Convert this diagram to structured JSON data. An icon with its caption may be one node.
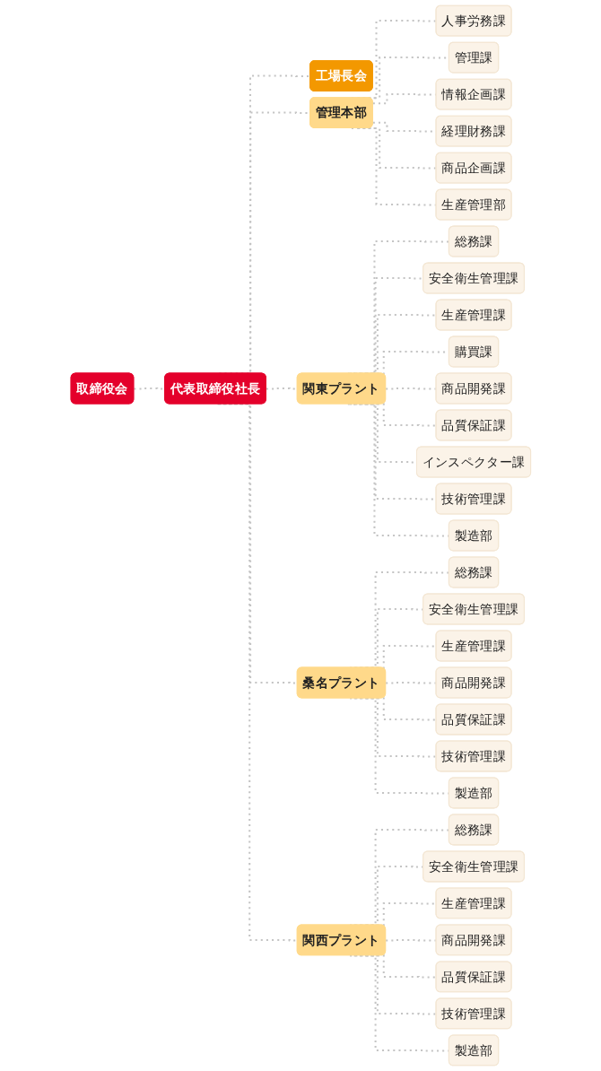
{
  "diagram": {
    "nodes": [
      {
        "text": [
          "取締役会"
        ]
      },
      {
        "text": [
          "代表取締役社長"
        ]
      },
      {
        "text": [
          "工場長会"
        ]
      },
      {
        "text": [
          "管理本部"
        ]
      },
      {
        "text": [
          "人事労務課"
        ]
      },
      {
        "text": [
          "管理課"
        ]
      },
      {
        "text": [
          "情報企画課"
        ]
      },
      {
        "text": [
          "経理財務課"
        ]
      },
      {
        "text": [
          "商品企画課"
        ]
      },
      {
        "text": [
          "生産管理部"
        ]
      },
      {
        "text": [
          "関東プラント"
        ]
      },
      {
        "text": [
          "総務課"
        ]
      },
      {
        "text": [
          "安全衛生管理課"
        ]
      },
      {
        "text": [
          "生産管理課"
        ]
      },
      {
        "text": [
          "購買課"
        ]
      },
      {
        "text": [
          "商品開発課"
        ]
      },
      {
        "text": [
          "品質保証課"
        ]
      },
      {
        "text": [
          "インスペクター課"
        ]
      },
      {
        "text": [
          "技術管理課"
        ]
      },
      {
        "text": [
          "製造部"
        ]
      },
      {
        "text": [
          "桑名プラント"
        ]
      },
      {
        "text": [
          "総務課"
        ]
      },
      {
        "text": [
          "安全衛生管理課"
        ]
      },
      {
        "text": [
          "生産管理課"
        ]
      },
      {
        "text": [
          "商品開発課"
        ]
      },
      {
        "text": [
          "品質保証課"
        ]
      },
      {
        "text": [
          "技術管理課"
        ]
      },
      {
        "text": [
          "製造部"
        ]
      },
      {
        "text": [
          "関西プラント"
        ]
      },
      {
        "text": [
          "総務課"
        ]
      },
      {
        "text": [
          "安全衛生管理課"
        ]
      },
      {
        "text": [
          "生産管理課"
        ]
      },
      {
        "text": [
          "商品開発課"
        ]
      },
      {
        "text": [
          "品質保証課"
        ]
      },
      {
        "text": [
          "技術管理課"
        ]
      },
      {
        "text": [
          "製造部"
        ]
      }
    ],
    "edges": [
      {
        "from": 0,
        "to": 1,
        "arrow": "none",
        "style": "dashed"
      },
      {
        "from": 1,
        "to": 2,
        "arrow": "none",
        "style": "dashed"
      },
      {
        "from": 1,
        "to": 3,
        "arrow": "none",
        "style": "dashed"
      },
      {
        "from": 1,
        "to": 10,
        "arrow": "none",
        "style": "dashed"
      },
      {
        "from": 1,
        "to": 20,
        "arrow": "none",
        "style": "dashed"
      },
      {
        "from": 1,
        "to": 28,
        "arrow": "none",
        "style": "dashed"
      },
      {
        "from": 3,
        "to": 4,
        "arrow": "none",
        "style": "dashed"
      },
      {
        "from": 3,
        "to": 5,
        "arrow": "none",
        "style": "dashed"
      },
      {
        "from": 3,
        "to": 6,
        "arrow": "none",
        "style": "dashed"
      },
      {
        "from": 3,
        "to": 7,
        "arrow": "none",
        "style": "dashed"
      },
      {
        "from": 3,
        "to": 8,
        "arrow": "none",
        "style": "dashed"
      },
      {
        "from": 3,
        "to": 9,
        "arrow": "none",
        "style": "dashed"
      },
      {
        "from": 10,
        "to": 11,
        "arrow": "none",
        "style": "dashed"
      },
      {
        "from": 10,
        "to": 12,
        "arrow": "none",
        "style": "dashed"
      },
      {
        "from": 10,
        "to": 13,
        "arrow": "none",
        "style": "dashed"
      },
      {
        "from": 10,
        "to": 14,
        "arrow": "none",
        "style": "dashed"
      },
      {
        "from": 10,
        "to": 15,
        "arrow": "none",
        "style": "dashed"
      },
      {
        "from": 10,
        "to": 16,
        "arrow": "none",
        "style": "dashed"
      },
      {
        "from": 10,
        "to": 17,
        "arrow": "none",
        "style": "dashed"
      },
      {
        "from": 10,
        "to": 18,
        "arrow": "none",
        "style": "dashed"
      },
      {
        "from": 10,
        "to": 19,
        "arrow": "none",
        "style": "dashed"
      },
      {
        "from": 20,
        "to": 21,
        "arrow": "none",
        "style": "dashed"
      },
      {
        "from": 20,
        "to": 22,
        "arrow": "none",
        "style": "dashed"
      },
      {
        "from": 20,
        "to": 23,
        "arrow": "none",
        "style": "dashed"
      },
      {
        "from": 20,
        "to": 24,
        "arrow": "none",
        "style": "dashed"
      },
      {
        "from": 20,
        "to": 25,
        "arrow": "none",
        "style": "dashed"
      },
      {
        "from": 20,
        "to": 26,
        "arrow": "none",
        "style": "dashed"
      },
      {
        "from": 20,
        "to": 27,
        "arrow": "none",
        "style": "dashed"
      },
      {
        "from": 28,
        "to": 29,
        "arrow": "none",
        "style": "dashed"
      },
      {
        "from": 28,
        "to": 30,
        "arrow": "none",
        "style": "dashed"
      },
      {
        "from": 28,
        "to": 31,
        "arrow": "none",
        "style": "dashed"
      },
      {
        "from": 28,
        "to": 32,
        "arrow": "none",
        "style": "dashed"
      },
      {
        "from": 28,
        "to": 33,
        "arrow": "none",
        "style": "dashed"
      },
      {
        "from": 28,
        "to": 34,
        "arrow": "none",
        "style": "dashed"
      },
      {
        "from": 28,
        "to": 35,
        "arrow": "none",
        "style": "dashed"
      }
    ]
  }
}
